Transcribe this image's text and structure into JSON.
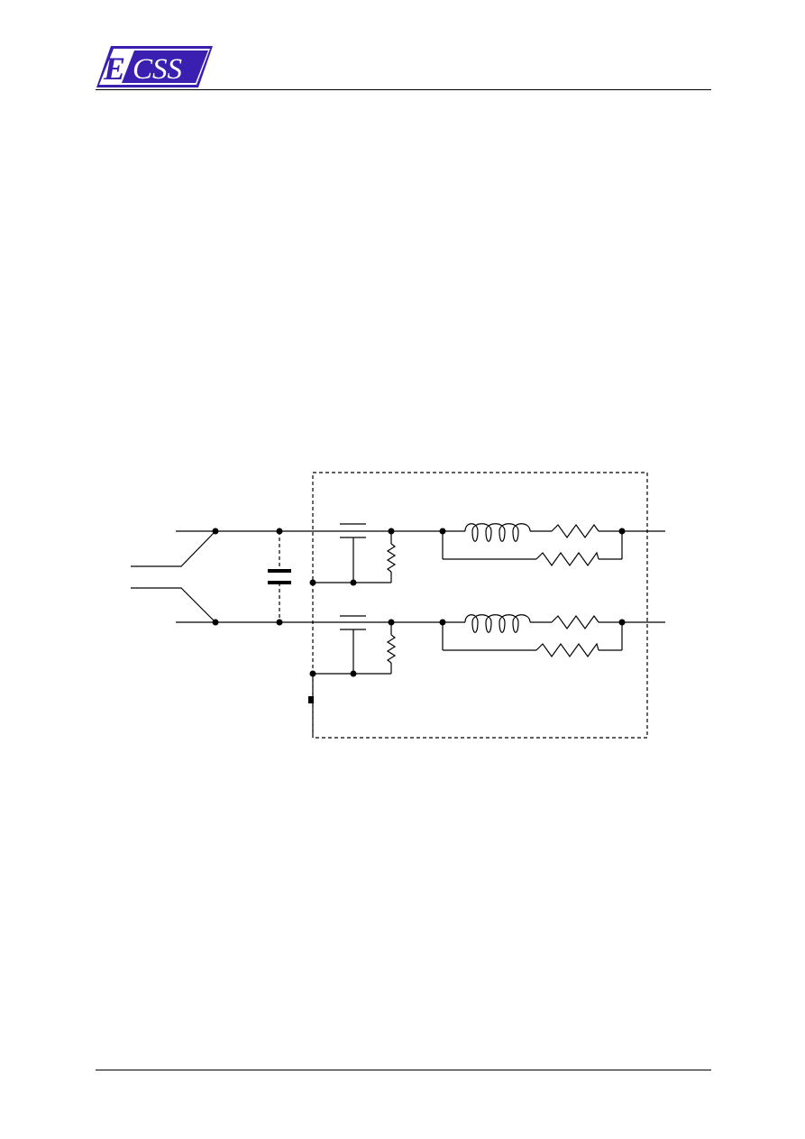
{
  "header": {
    "logo_text_e": "E",
    "logo_text_css": "CSS",
    "logo_color": "#3a1fb0"
  },
  "figure": {
    "type": "circuit-schematic",
    "conductors": 2,
    "components": [
      "switch",
      "capacitor",
      "resistor",
      "inductor",
      "ground-terminal"
    ]
  }
}
